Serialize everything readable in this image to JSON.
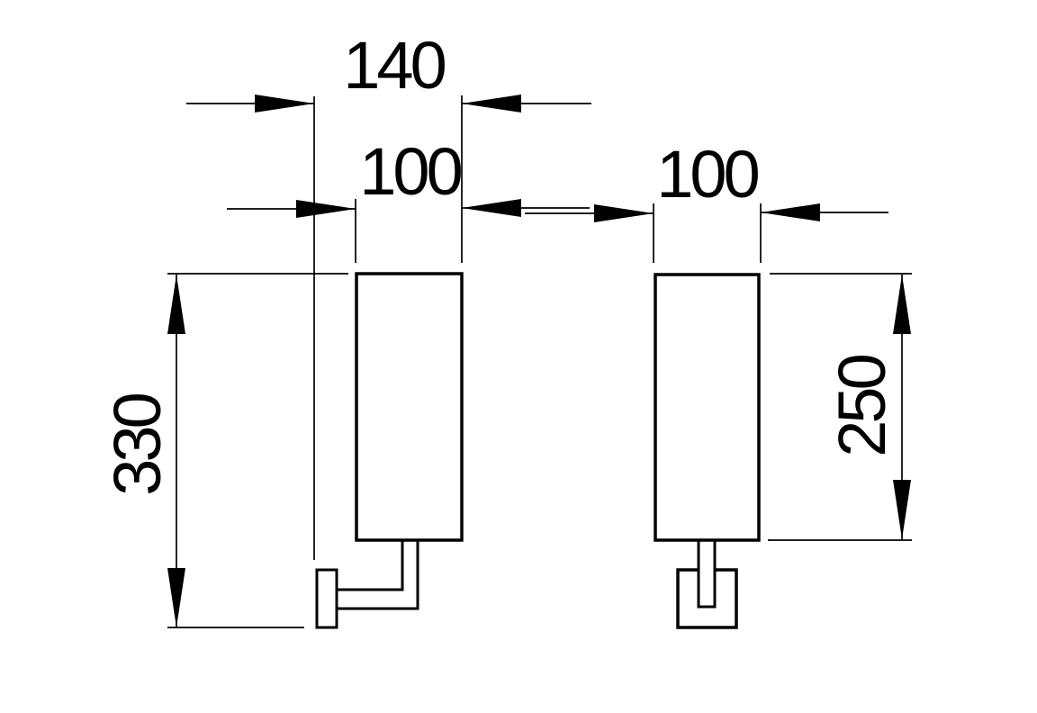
{
  "drawing": {
    "kind": "technical-dimension-drawing",
    "background": "#ffffff",
    "line_color": "#000000"
  },
  "dimensions": {
    "overall_depth": "140",
    "body_depth": "100",
    "body_width": "100",
    "overall_height": "330",
    "body_height": "250"
  }
}
